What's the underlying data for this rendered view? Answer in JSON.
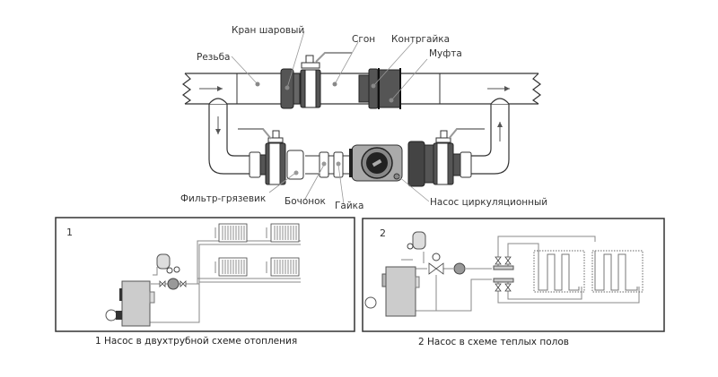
{
  "top_diagram": {
    "labels": {
      "ball_valve": "Кран шаровый",
      "thread": "Резьба",
      "spigot": "Сгон",
      "locknut": "Контргайка",
      "coupling": "Муфта",
      "strainer": "Фильтр-грязевик",
      "barrel_nipple": "Бочонок",
      "nut": "Гайка",
      "circulation_pump": "Насос циркуляционный"
    }
  },
  "panels": [
    {
      "number": "1",
      "caption": "1 Насос в двухтрубной схеме отопления"
    },
    {
      "number": "2",
      "caption": "2 Насос в схеме теплых полов"
    }
  ]
}
